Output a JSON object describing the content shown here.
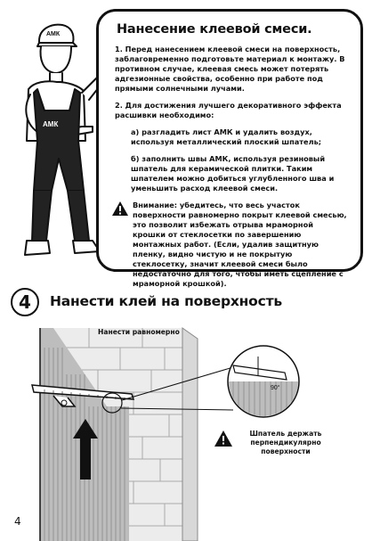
{
  "card": {
    "title": "Нанесение клеевой смеси.",
    "p1": "1. Перед нанесением клеевой смеси на поверхность, заблаговременно подготовьте материал к монтажу. В противном случае, клеевая смесь может потерять адгезионные свойства, особенно при работе под прямыми солнечными лучами.",
    "p2": "2. Для достижения лучшего декоративного эффекта расшивки необходимо:",
    "p2a": "а) разгладить лист АМК и удалить воздух, используя металлический плоский шпатель;",
    "p2b": "б) заполнить швы АМК, используя резиновый шпатель для керамической плитки. Таким шпателем можно добиться углубленного шва и уменьшить расход клеевой смеси.",
    "warning": "Внимание: убедитесь, что весь участок поверхности равномерно покрыт клеевой смесью, это позволит избежать отрыва мраморной крошки от стеклосетки по завершению монтажных работ. (Если, удалив защитную пленку, видно чистую и не покрытую стеклосетку, значит клеевой смеси было недостаточно для того, чтобы иметь сцепление с мраморной крошкой)."
  },
  "step": {
    "number": "4",
    "title": "Нанести клей на поверхность"
  },
  "illustration": {
    "logo": "АМК",
    "label_even": "Нанести равномерно",
    "angle": "90°",
    "caution": "Шпатель держать перпендикулярно поверхности"
  },
  "page_number": "4"
}
